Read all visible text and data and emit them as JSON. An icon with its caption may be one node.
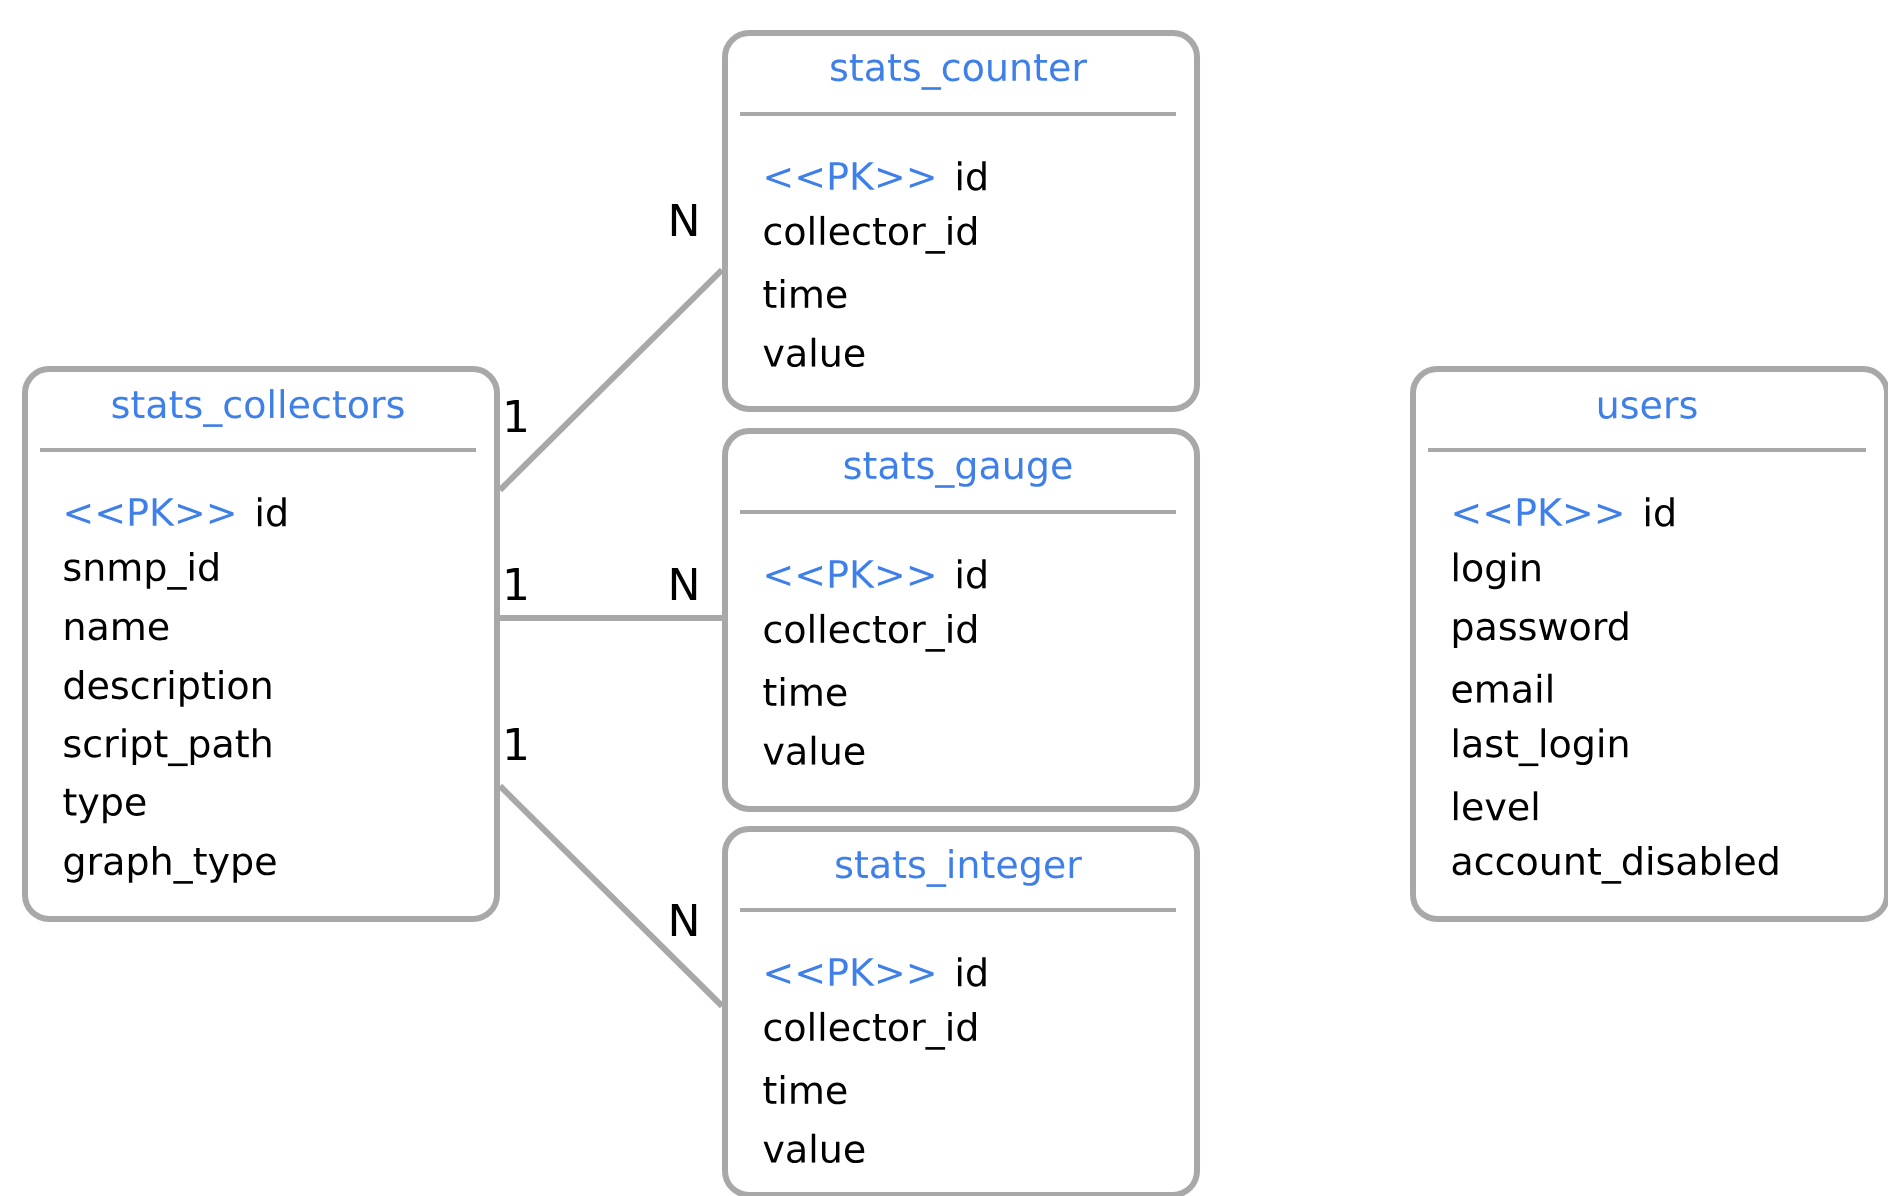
{
  "diagram": {
    "nodes": [
      {
        "text": [
          "stats_collectors",
          "<<PK>>",
          "id",
          "snmp_id",
          "name",
          "description",
          "script_path",
          "type",
          "graph_type"
        ]
      },
      {
        "text": [
          "stats_counter",
          "<<PK>>",
          "id",
          "collector_id",
          "time",
          "value"
        ]
      },
      {
        "text": [
          "stats_gauge",
          "<<PK>>",
          "id",
          "collector_id",
          "time",
          "value"
        ]
      },
      {
        "text": [
          "stats_integer",
          "<<PK>>",
          "id",
          "collector_id",
          "time",
          "value"
        ]
      },
      {
        "text": [
          "users",
          "<<PK>>",
          "id",
          "login",
          "password",
          "email",
          "last_login",
          "level",
          "account_disabled"
        ]
      }
    ],
    "edges": [
      {
        "from": 0,
        "to": 1,
        "arrow": "none"
      },
      {
        "from": 0,
        "to": 2,
        "arrow": "none"
      },
      {
        "from": 0,
        "to": 3,
        "arrow": "none"
      }
    ],
    "labels": [
      "N",
      "1",
      "1",
      "N",
      "1",
      "N"
    ]
  }
}
